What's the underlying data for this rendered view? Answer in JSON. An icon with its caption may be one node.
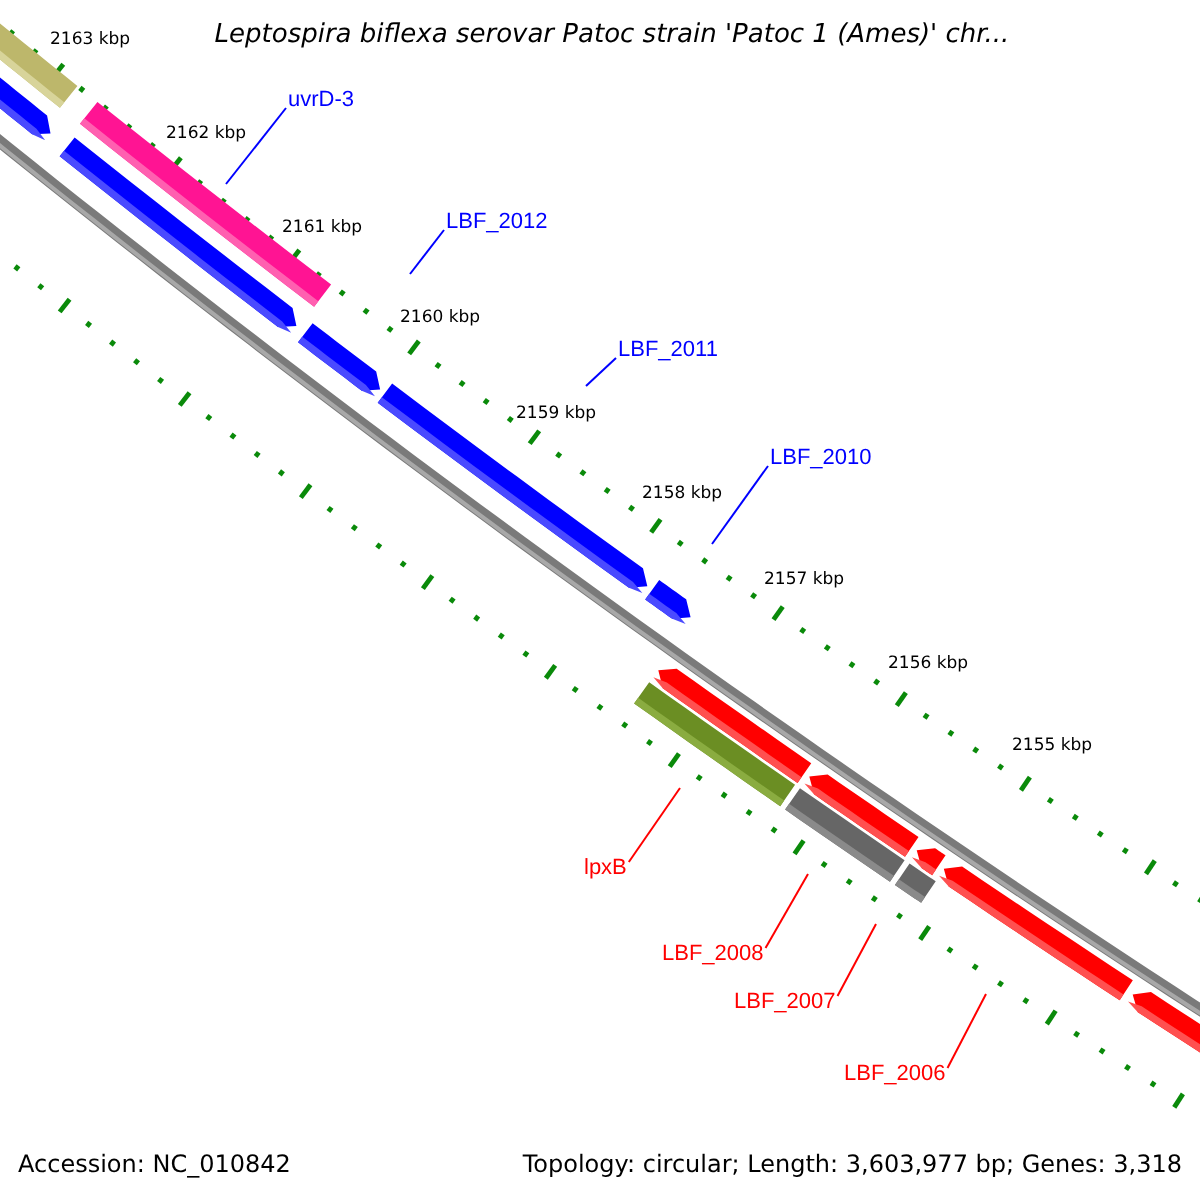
{
  "diagram": {
    "title": "Leptospira biflexa serovar Patoc strain 'Patoc 1 (Ames)' chr...",
    "nodes": [
      {
        "text": [
          "uvrD-3"
        ]
      },
      {
        "text": [
          "LBF_2012"
        ]
      },
      {
        "text": [
          "LBF_2011"
        ]
      },
      {
        "text": [
          "LBF_2010"
        ]
      },
      {
        "text": [
          "lpxB"
        ]
      },
      {
        "text": [
          "LBF_2008"
        ]
      },
      {
        "text": [
          "LBF_2007"
        ]
      },
      {
        "text": [
          "LBF_2006"
        ]
      }
    ],
    "edges": [
      {
        "from": 0,
        "to": null,
        "arrow": "none"
      },
      {
        "from": 1,
        "to": null,
        "arrow": "none"
      },
      {
        "from": 2,
        "to": null,
        "arrow": "none"
      },
      {
        "from": 3,
        "to": null,
        "arrow": "none"
      },
      {
        "from": 4,
        "to": null,
        "arrow": "none",
        "color": "#ff0000"
      },
      {
        "from": 5,
        "to": null,
        "arrow": "none",
        "color": "#ff0000"
      },
      {
        "from": 6,
        "to": null,
        "arrow": "none",
        "color": "#ff0000"
      },
      {
        "from": 7,
        "to": null,
        "arrow": "none",
        "color": "#ff0000"
      }
    ],
    "labels": [
      "2163 kbp",
      "2162 kbp",
      "2161 kbp",
      "2160 kbp",
      "2159 kbp",
      "2158 kbp",
      "2157 kbp",
      "2156 kbp",
      "2155 kbp",
      "Accession: NC_010842",
      "Topology: circular; Length: 3,603,977 bp; Genes: 3,318"
    ]
  }
}
